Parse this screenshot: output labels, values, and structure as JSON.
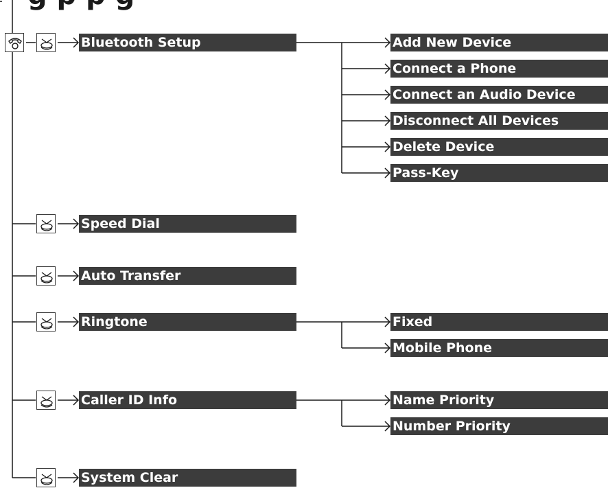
{
  "page": {
    "heading_fragment": "g                  p p g"
  },
  "menu": {
    "bluetooth_setup": {
      "label": "Bluetooth Setup",
      "children": [
        "Add New Device",
        "Connect a Phone",
        "Connect an Audio Device",
        "Disconnect All Devices",
        "Delete Device",
        "Pass-Key"
      ]
    },
    "speed_dial": {
      "label": "Speed Dial"
    },
    "auto_transfer": {
      "label": "Auto Transfer"
    },
    "ringtone": {
      "label": "Ringtone",
      "children": [
        "Fixed",
        "Mobile Phone"
      ]
    },
    "caller_id_info": {
      "label": "Caller ID Info",
      "children": [
        "Name Priority",
        "Number Priority"
      ]
    },
    "system_clear": {
      "label": "System Clear"
    }
  },
  "icons": {
    "phone_button": "phone-icon",
    "selector_knob": "selector-knob-icon"
  },
  "colors": {
    "bar_fill": "#3c3c3c",
    "bar_text": "#ffffff",
    "lines": "#1a1a1a"
  }
}
